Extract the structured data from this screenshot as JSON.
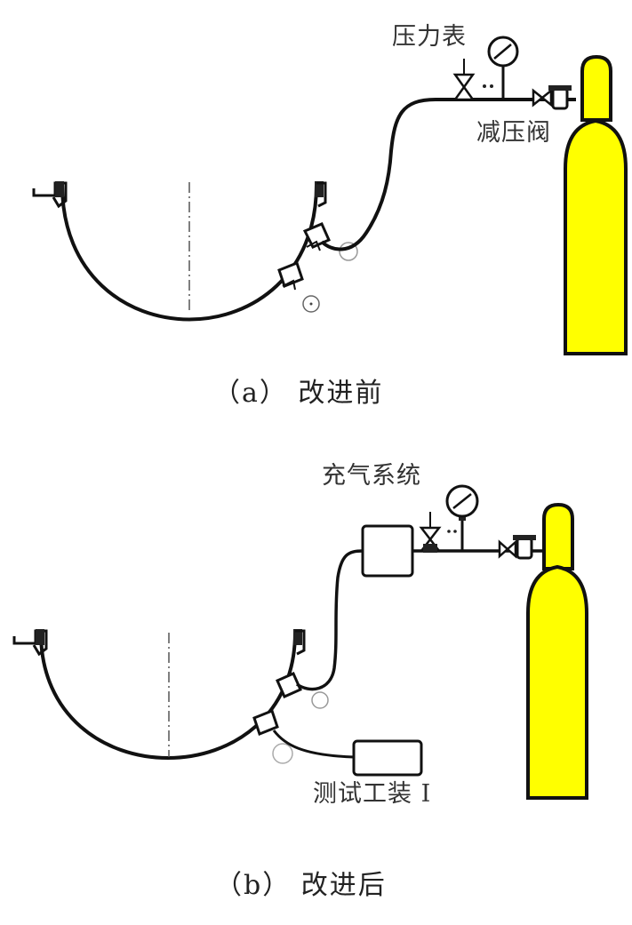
{
  "panel_a": {
    "labels": {
      "pressure_gauge": "压力表",
      "reducing_valve": "减压阀"
    },
    "caption": "（a） 改进前"
  },
  "panel_b": {
    "labels": {
      "inflation_system": "充气系统",
      "test_fixture": "测试工装 I"
    },
    "caption": "（b） 改进后"
  },
  "colors": {
    "cylinder_fill": "#ffff00",
    "line": "#111111"
  },
  "icons": [
    "pressure-gauge-icon",
    "shutoff-valve-icon",
    "pressure-reducing-valve-icon",
    "gas-cylinder-icon"
  ]
}
